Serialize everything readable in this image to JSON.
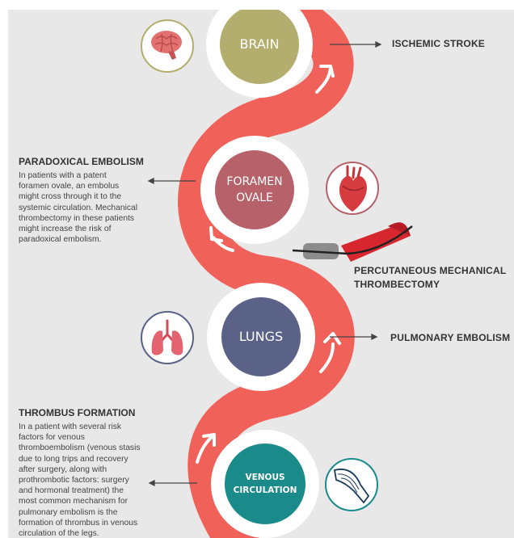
{
  "colors": {
    "background": "#e8e8e8",
    "path": "#f0615a",
    "brain": "#b3ad6e",
    "foramen": "#b7626a",
    "lungs": "#5b6288",
    "venous": "#1a8b8a",
    "text": "#333333"
  },
  "nodes": {
    "brain": {
      "label": "BRAIN"
    },
    "foramen": {
      "line1": "FORAMEN",
      "line2": "OVALE"
    },
    "lungs": {
      "label": "LUNGS"
    },
    "venous": {
      "line1": "VENOUS",
      "line2": "CIRCULATION"
    }
  },
  "callouts": {
    "ischemic_stroke": "ISCHEMIC STROKE",
    "pulmonary_embolism": "PULMONARY EMBOLISM",
    "thrombectomy_line1": "PERCUTANEOUS MECHANICAL",
    "thrombectomy_line2": "THROMBECTOMY"
  },
  "paradoxical": {
    "title": "PARADOXICAL EMBOLISM",
    "lines": [
      "In patients with a patent",
      "foramen ovale, an embolus",
      "might cross through it to the",
      "systemic circulation. Mechanical",
      "thrombectomy in these patients",
      "might increase the risk of",
      "paradoxical embolism."
    ]
  },
  "thrombus": {
    "title": "THROMBUS FORMATION",
    "lines": [
      "In a patient with several risk",
      "factors for venous",
      "thromboembolism (venous stasis",
      "due to long trips and recovery",
      "after surgery, along with",
      "prothrombotic factors: surgery",
      "and hormonal treatment) the",
      "most common mechanism for",
      "pulmonary embolism is the",
      "formation of thrombus in venous",
      "circulation of the legs."
    ]
  },
  "icons": [
    "brain-icon",
    "heart-icon",
    "lungs-icon",
    "leg-veins-icon",
    "catheter-icon",
    "arrow-icon"
  ]
}
